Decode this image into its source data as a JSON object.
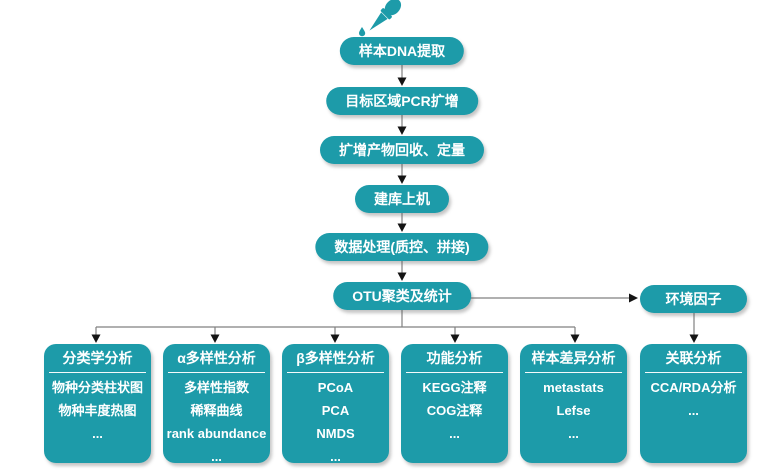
{
  "colors": {
    "box": "#1d9ba9",
    "text": "#ffffff",
    "line": "#808080",
    "arrowhead": "#141414"
  },
  "icons": {
    "top": "pipette-icon"
  },
  "flow": {
    "steps": [
      {
        "label": "样本DNA提取"
      },
      {
        "label": "目标区域PCR扩增"
      },
      {
        "label": "扩增产物回收、定量"
      },
      {
        "label": "建库上机"
      },
      {
        "label": "数据处理(质控、拼接)"
      },
      {
        "label": "OTU聚类及统计"
      }
    ],
    "env_box": {
      "label": "环境因子"
    },
    "analysis_boxes": [
      {
        "title": "分类学分析",
        "items": [
          "物种分类柱状图",
          "物种丰度热图",
          "..."
        ]
      },
      {
        "title": "α多样性分析",
        "items": [
          "多样性指数",
          "稀释曲线",
          "rank abundance",
          "..."
        ]
      },
      {
        "title": "β多样性分析",
        "items": [
          "PCoA",
          "PCA",
          "NMDS",
          "..."
        ]
      },
      {
        "title": "功能分析",
        "items": [
          "KEGG注释",
          "COG注释",
          "..."
        ]
      },
      {
        "title": "样本差异分析",
        "items": [
          "metastats",
          "Lefse",
          "..."
        ]
      },
      {
        "title": "关联分析",
        "items": [
          "CCA/RDA分析",
          "..."
        ]
      }
    ]
  }
}
